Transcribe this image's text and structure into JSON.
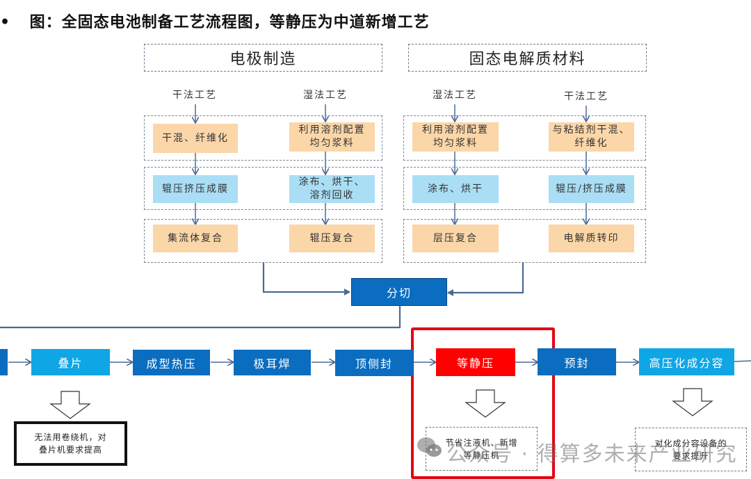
{
  "title": {
    "bullet": "•",
    "text": "图：全固态电池制备工艺流程图，等静压为中道新增工艺"
  },
  "electrode": {
    "header": "电极制造",
    "dry": {
      "label": "干法工艺",
      "steps": [
        "干混、纤维化",
        "辊压挤压成膜",
        "集流体复合"
      ]
    },
    "wet": {
      "label": "湿法工艺",
      "steps": [
        "利用溶剂配置\n均匀浆料",
        "涂布、烘干、\n溶剂回收",
        "辊压复合"
      ]
    }
  },
  "electrolyte": {
    "header": "固态电解质材料",
    "wet": {
      "label": "湿法工艺",
      "steps": [
        "利用溶剂配置\n均匀浆料",
        "涂布、烘干",
        "层压复合"
      ]
    },
    "dry": {
      "label": "干法工艺",
      "steps": [
        "与粘结剂干混、\n纤维化",
        "辊压/挤压成膜",
        "电解质转印"
      ]
    }
  },
  "cutting": {
    "label": "分切"
  },
  "process_chain": [
    {
      "label": "",
      "color": "dark"
    },
    {
      "label": "叠片",
      "color": "cyan"
    },
    {
      "label": "成型热压",
      "color": "dark"
    },
    {
      "label": "极耳焊",
      "color": "dark"
    },
    {
      "label": "顶侧封",
      "color": "dark"
    },
    {
      "label": "等静压",
      "color": "red"
    },
    {
      "label": "预封",
      "color": "dark"
    },
    {
      "label": "高压化成分容",
      "color": "cyan"
    }
  ],
  "notes": {
    "stacking": "无法用卷绕机，对\n叠片机要求提高",
    "isostatic": "节省注液机、新增\n等静压机",
    "formation": "对化成分容设备的\n要求提升"
  },
  "watermark": "公众号 · 得算多未来产业研究",
  "colors": {
    "orange_box": "#fbd6a8",
    "lightblue_box": "#a9def5",
    "process_dark": "#0b6dbf",
    "process_cyan": "#0fa6e6",
    "process_new": "#ff0000",
    "highlight": "#e20613",
    "arrow": "#4a6a96"
  }
}
